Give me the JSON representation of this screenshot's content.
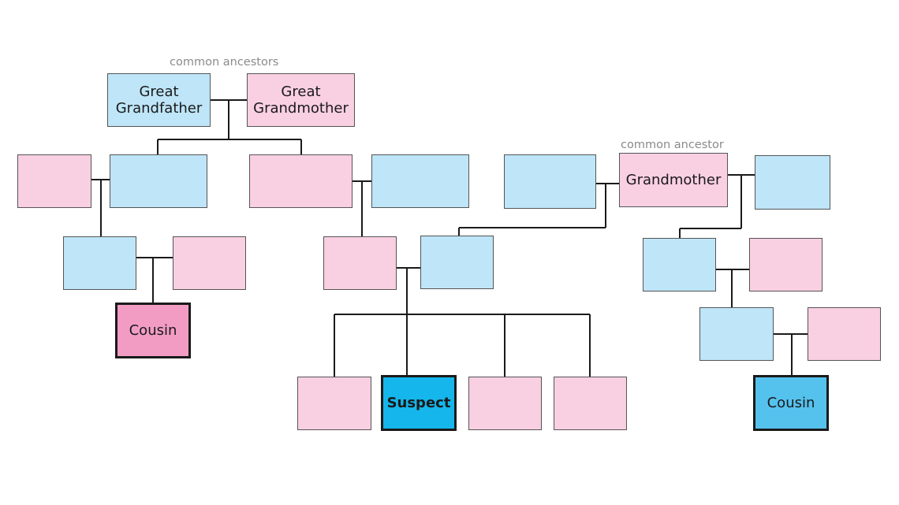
{
  "header": {
    "text": ""
  },
  "notes": {
    "common_ancestors": "common ancestors",
    "common_ancestor": "common ancestor"
  },
  "people": {
    "great_grandfather": "Great\nGrandfather",
    "great_grandmother": "Great\nGrandmother",
    "grandmother": "Grandmother",
    "suspect": "Suspect",
    "cousin_left": "Cousin",
    "cousin_right": "Cousin"
  },
  "legend": {
    "male_color": "#bee5f8",
    "female_color": "#f9cfe2",
    "suspect_color": "#14b6ec",
    "cousin_female_color": "#f29cc4",
    "cousin_male_color": "#55c2ee"
  }
}
